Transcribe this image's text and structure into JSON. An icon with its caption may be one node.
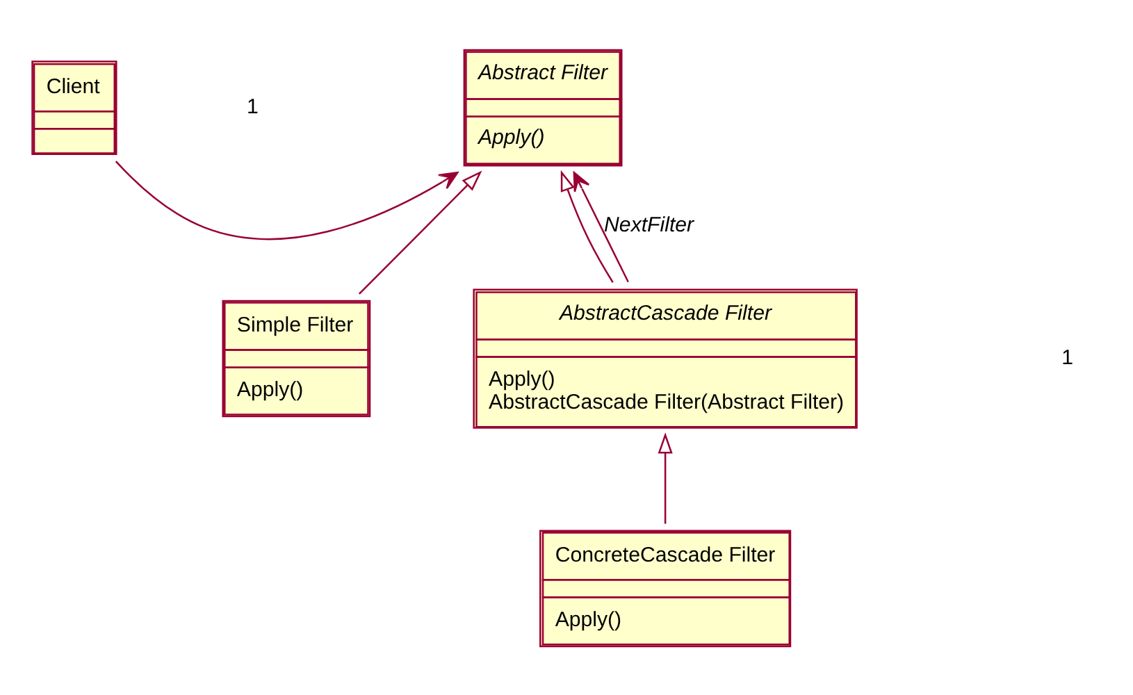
{
  "diagram": {
    "nodes": [
      {
        "text": [
          "Client"
        ]
      },
      {
        "text": [
          "Abstract Filter",
          "Apply()"
        ]
      },
      {
        "text": [
          "Simple Filter",
          "Apply()"
        ]
      },
      {
        "text": [
          "AbstractCascade Filter",
          "Apply() AbstractCascade Filter(Abstract Filter)"
        ]
      },
      {
        "text": [
          "ConcreteCascade Filter",
          "Apply()"
        ]
      }
    ],
    "edges": [
      {
        "from": 0,
        "to": 1,
        "arrow": "to"
      },
      {
        "from": 2,
        "to": 1,
        "arrow": "to"
      },
      {
        "from": 3,
        "to": 1,
        "arrow": "to"
      },
      {
        "from": 3,
        "to": 1,
        "arrow": "to",
        "label": "NextFilter"
      },
      {
        "from": 4,
        "to": 3,
        "arrow": "to"
      }
    ],
    "labels": [
      "1",
      "1"
    ]
  }
}
